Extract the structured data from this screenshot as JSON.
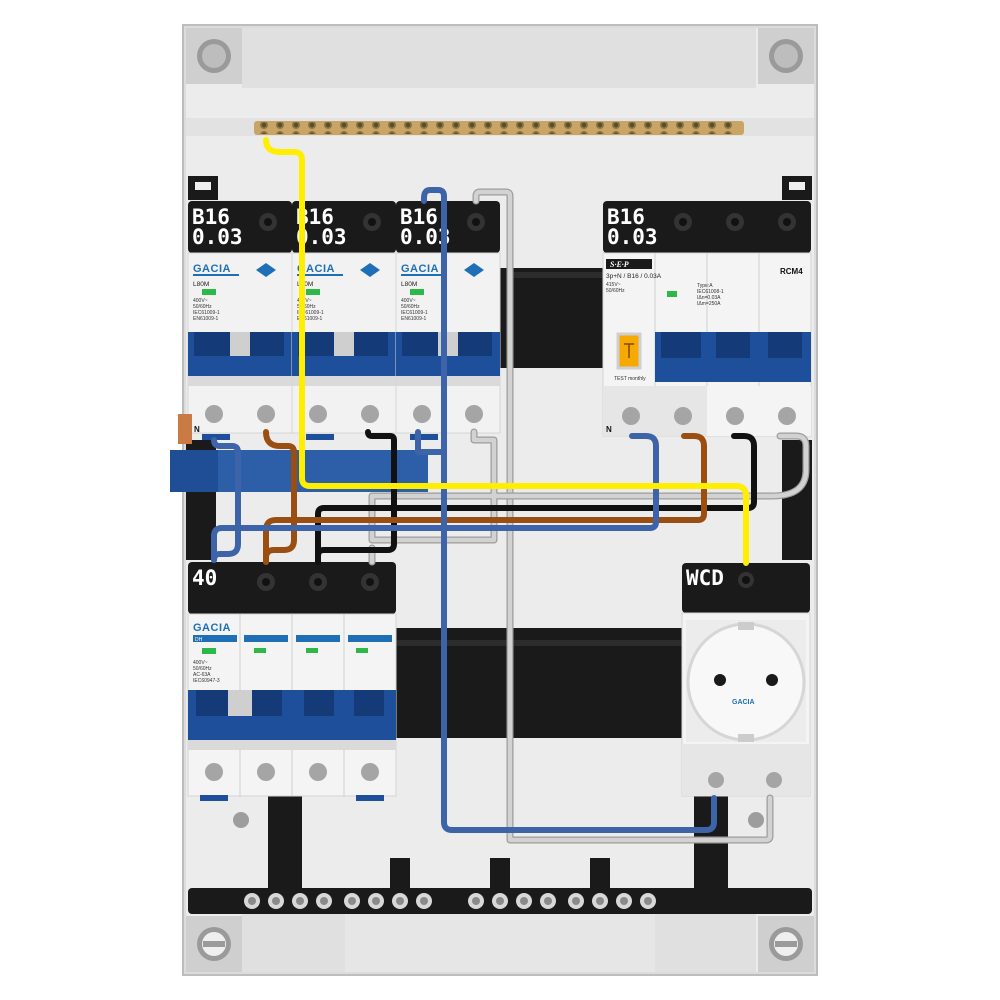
{
  "labels": {
    "b16_1_rating": "B16",
    "b16_1_sens": "0.03",
    "b16_2_rating": "B16",
    "b16_2_sens": "0.03",
    "b16_3_rating": "B16",
    "b16_3_sens": "0.03",
    "b16_4_rating": "B16",
    "b16_4_sens": "0.03",
    "main_switch_rating": "40",
    "socket_label": "WCD"
  },
  "devices": {
    "rcbo": {
      "brand": "GACIA",
      "model": "L80M",
      "spec_lines": [
        "400V~",
        "50/60Hz",
        "IEC61009-1",
        "EN61009-1"
      ],
      "n_mark": "N"
    },
    "rcbo_sep": {
      "brand": "S·E·P",
      "spec": "3p+N / B16 / 0.03A",
      "spec_lines": [
        "415V~",
        "50/60Hz"
      ],
      "test": "TEST monthly",
      "n_mark": "N"
    },
    "rcm": {
      "label": "RCM4",
      "spec_lines": [
        "Type:A",
        "IEC61008-1",
        "IΔn=0.03A",
        "IΔm=250A"
      ]
    },
    "main_switch": {
      "brand": "GACIA",
      "model": "DH",
      "spec_lines": [
        "400V~",
        "50/60Hz",
        "AC-63A",
        "IEC60947-3"
      ]
    },
    "socket": {
      "brand": "GACIA"
    }
  },
  "colors": {
    "enclosure": "#e4e4e4",
    "backplate": "#efefef",
    "device_blue": "#1e4f9a",
    "brand_blue": "#1e6fb5",
    "cap_black": "#1a1a1a",
    "brass": "#c9a565",
    "wire_yellow": "#ffee00",
    "wire_blue": "#3d63a8",
    "wire_brown": "#9a4e12",
    "wire_black": "#111111",
    "wire_grey": "#c8c8c8",
    "status_green": "#2eb84a",
    "test_orange": "#f6a900"
  }
}
